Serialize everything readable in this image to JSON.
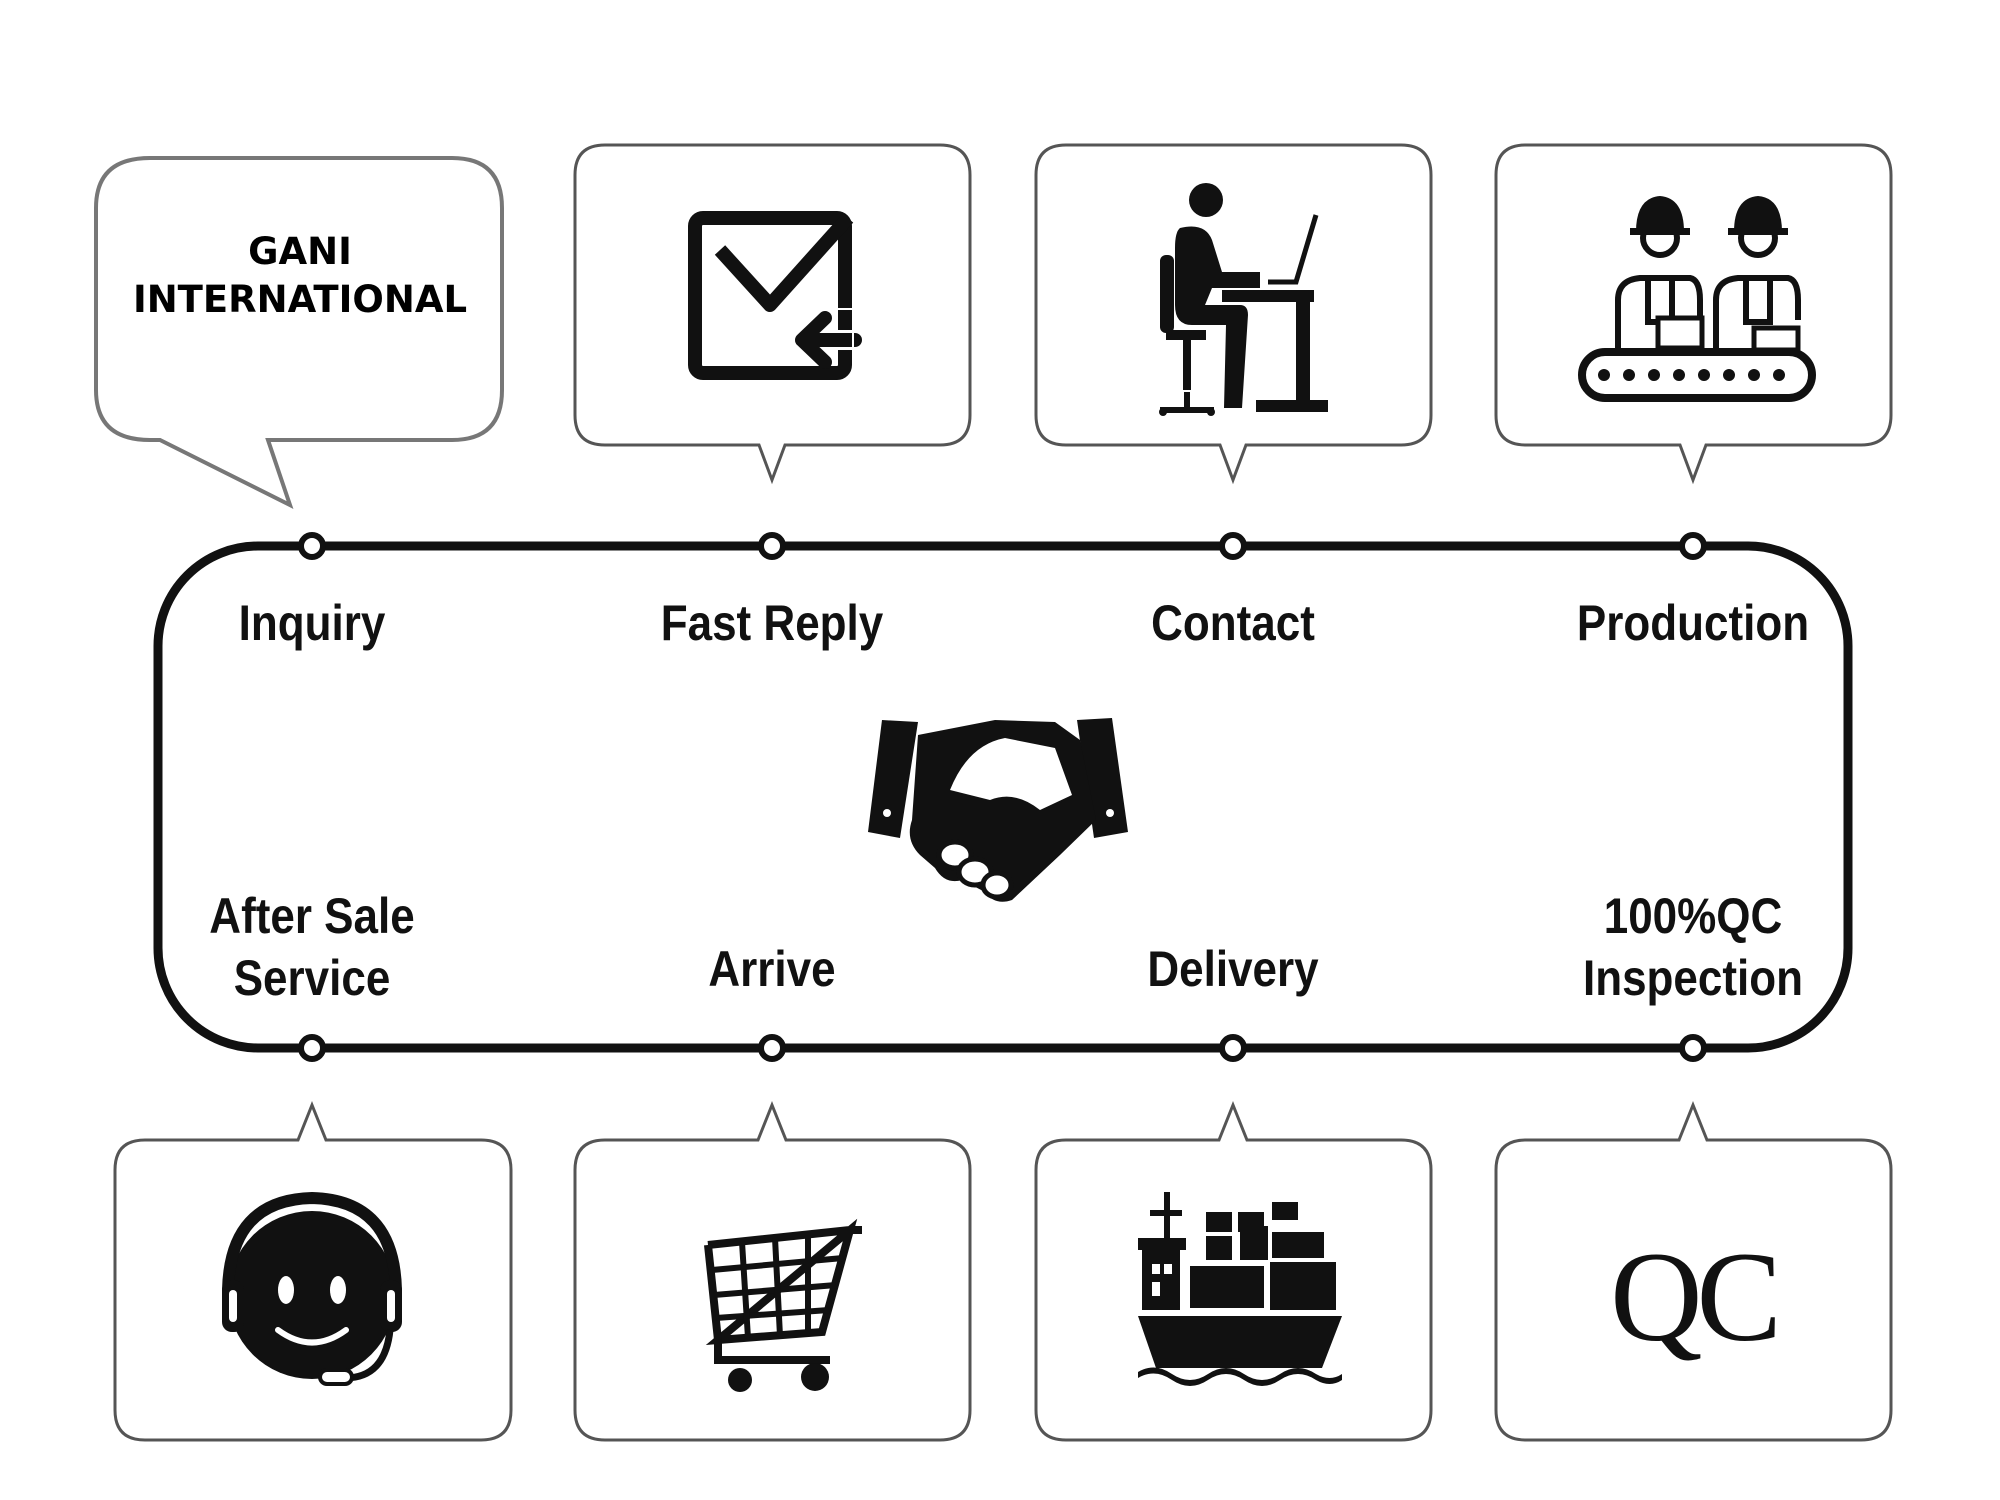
{
  "brand": {
    "name": "GANI\nINTERNATIONAL"
  },
  "steps": [
    {
      "label": "Inquiry",
      "icon": "speech-bubble-brand-icon"
    },
    {
      "label": "Fast Reply",
      "icon": "mail-reply-icon"
    },
    {
      "label": "Contact",
      "icon": "person-at-desk-icon"
    },
    {
      "label": "Production",
      "icon": "factory-workers-icon"
    },
    {
      "label": "100%QC\nInspection",
      "icon": "qc-icon"
    },
    {
      "label": "Delivery",
      "icon": "cargo-ship-icon"
    },
    {
      "label": "Arrive",
      "icon": "shopping-cart-icon"
    },
    {
      "label": "After Sale\nService",
      "icon": "support-headset-icon"
    }
  ],
  "qc_icon_text": "QC",
  "center_icon": "handshake-icon",
  "colors": {
    "line": "#111111",
    "box_border": "#555555",
    "brand_border": "#777777",
    "background": "#ffffff"
  }
}
